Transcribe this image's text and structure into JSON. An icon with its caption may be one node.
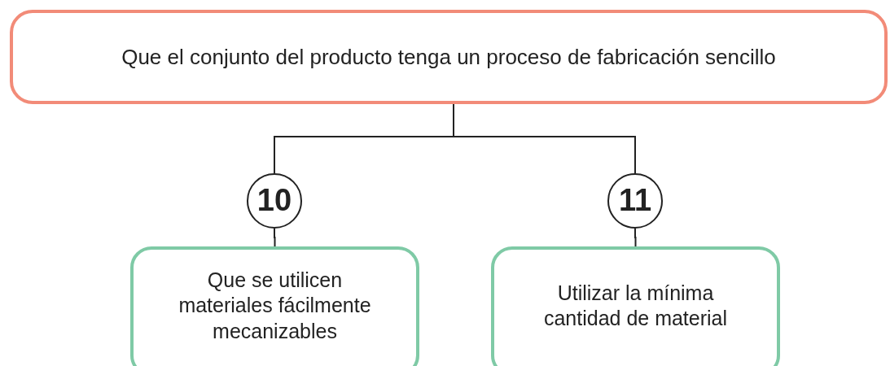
{
  "diagram": {
    "nodes": [
      {
        "text": [
          "Que el conjunto del producto tenga un proceso de fabricación sencillo"
        ]
      },
      {
        "text": [
          "10"
        ]
      },
      {
        "text": [
          "11"
        ]
      },
      {
        "text": [
          "Que se utilicen materiales fácilmente mecanizables"
        ]
      },
      {
        "text": [
          "Utilizar la mínima cantidad de material"
        ]
      }
    ],
    "edges": [
      {
        "from": 0,
        "to": 1,
        "arrow": "none"
      },
      {
        "from": 0,
        "to": 2,
        "arrow": "none"
      },
      {
        "from": 1,
        "to": 3,
        "arrow": "none"
      },
      {
        "from": 2,
        "to": 4,
        "arrow": "none"
      }
    ]
  }
}
